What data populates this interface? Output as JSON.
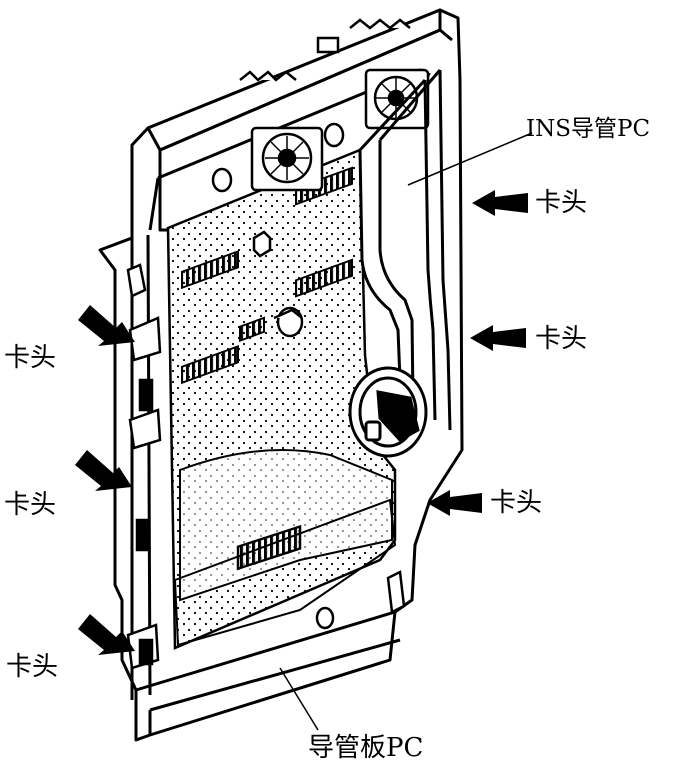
{
  "labels": {
    "ins_duct": "INS导管PC",
    "clip_right_top": "卡头",
    "clip_right_mid": "卡头",
    "clip_right_low": "卡头",
    "clip_left_top": "卡头",
    "clip_left_mid": "卡头",
    "clip_left_low": "卡头",
    "duct_plate": "导管板PC"
  },
  "colors": {
    "line": "#000000",
    "background": "#ffffff",
    "panel": "#f4f4f4"
  }
}
